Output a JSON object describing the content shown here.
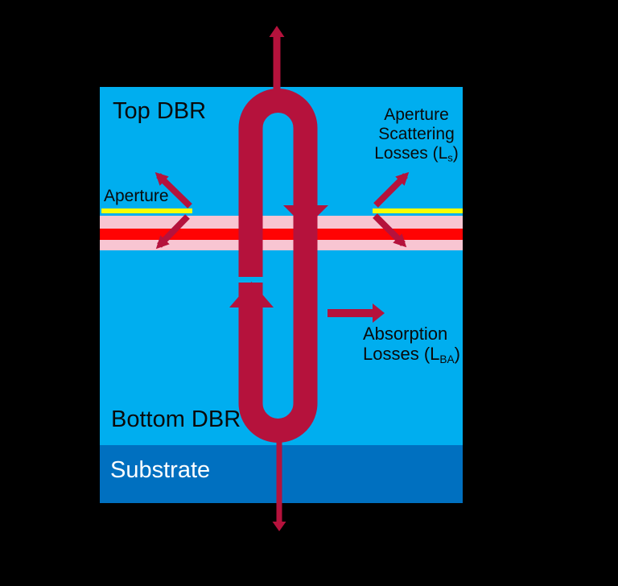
{
  "labels": {
    "top_dbr": "Top DBR",
    "aperture": "Aperture",
    "scattering": {
      "line1": "Aperture",
      "line2": "Scattering",
      "line3_prefix": "Losses (L",
      "line3_sub": "s",
      "line3_suffix": ")"
    },
    "absorption": {
      "line1": "Absorption",
      "line2_prefix": "Losses (L",
      "line2_sub": "BA",
      "line2_suffix": ")"
    },
    "bottom_dbr": "Bottom DBR",
    "substrate": "Substrate"
  },
  "colors": {
    "background": "#000000",
    "dbr_blue": "#00AEEF",
    "substrate_blue": "#0070C0",
    "cavity_pink": "#F8C5D2",
    "active_region_red": "#FF0303",
    "aperture_yellow": "#F9FF00",
    "arrow_crimson": "#B5123C"
  },
  "icons": {
    "top_output_arrow": "up-arrow",
    "bottom_output_arrow": "down-arrow",
    "cavity_round_trip_loop": "loop-arrow",
    "upward_propagation_arrowhead": "up-triangle",
    "downward_propagation_arrowhead": "down-triangle",
    "absorption_arrow": "right-arrow",
    "scattering_arrows": "diagonal-arrows"
  }
}
